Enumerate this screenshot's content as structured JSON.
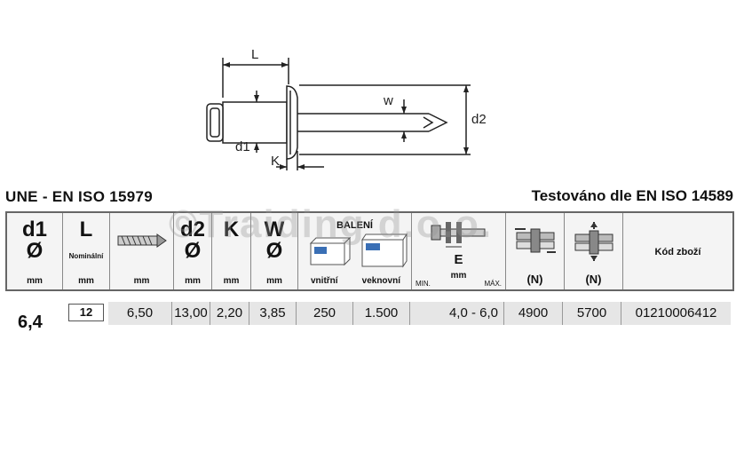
{
  "drawing": {
    "label_L": "L",
    "label_w": "w",
    "label_d2": "d2",
    "label_d1": "d1",
    "label_K": "K"
  },
  "standard": "UNE - EN ISO  15979",
  "tested": "Testováno dle EN ISO 14589",
  "watermark": "©Traiding d.o.o.",
  "header": {
    "d1": {
      "symbol": "d1",
      "phi": "Ø",
      "unit": "mm"
    },
    "L": {
      "symbol": "L",
      "note": "Nominální",
      "unit": "mm"
    },
    "drill": {
      "unit": "mm"
    },
    "d2": {
      "symbol": "d2",
      "phi": "Ø",
      "unit": "mm"
    },
    "K": {
      "symbol": "K",
      "unit": "mm"
    },
    "W": {
      "symbol": "W",
      "phi": "Ø",
      "unit": "mm"
    },
    "packing": {
      "title": "BALENÍ",
      "inner": "vnitřní",
      "outer": "veknovní"
    },
    "E": {
      "symbol": "E",
      "unit": "mm",
      "min": "MIN.",
      "max": "MÁX."
    },
    "shear": {
      "unit": "(N)"
    },
    "tensile": {
      "unit": "(N)"
    },
    "code": {
      "title": "Kód zboží"
    }
  },
  "row": {
    "d1": "6,4",
    "L": "12",
    "drill": "6,50",
    "d2": "13,00",
    "K": "2,20",
    "W": "3,85",
    "inner": "250",
    "outer": "1.500",
    "E": "4,0 -  6,0",
    "shear": "4900",
    "tensile": "5700",
    "code": "01210006412"
  },
  "colors": {
    "border": "#666666",
    "rowFill": "#e6e6e6",
    "headerFill": "#f4f4f4",
    "boxBlue": "#3a6fb5"
  }
}
